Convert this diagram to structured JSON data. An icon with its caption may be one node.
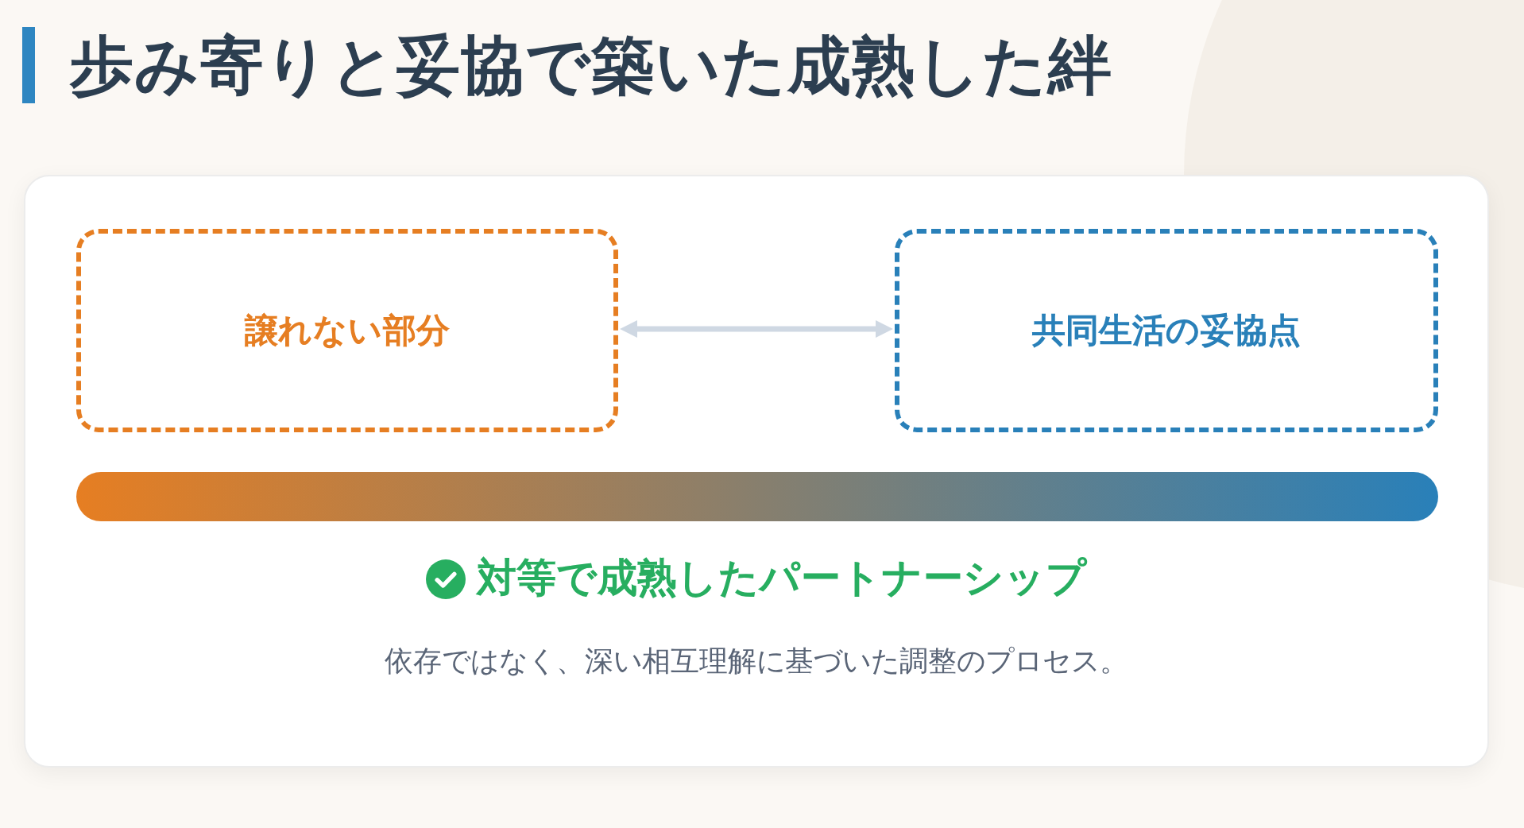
{
  "diagram": {
    "title": "歩み寄りと妥協で築いた成熟した絆",
    "nodes": [
      {
        "text": [
          "譲れない部分"
        ]
      },
      {
        "text": [
          "共同生活の妥協点"
        ]
      },
      {
        "text": [],
        "shape": "bar"
      }
    ],
    "edges": [
      {
        "from": 0,
        "to": 1,
        "arrow": "both"
      }
    ],
    "labels": [
      "対等で成熟したパートナーシップ",
      "依存ではなく、深い相互理解に基づいた調整のプロセス。"
    ]
  }
}
